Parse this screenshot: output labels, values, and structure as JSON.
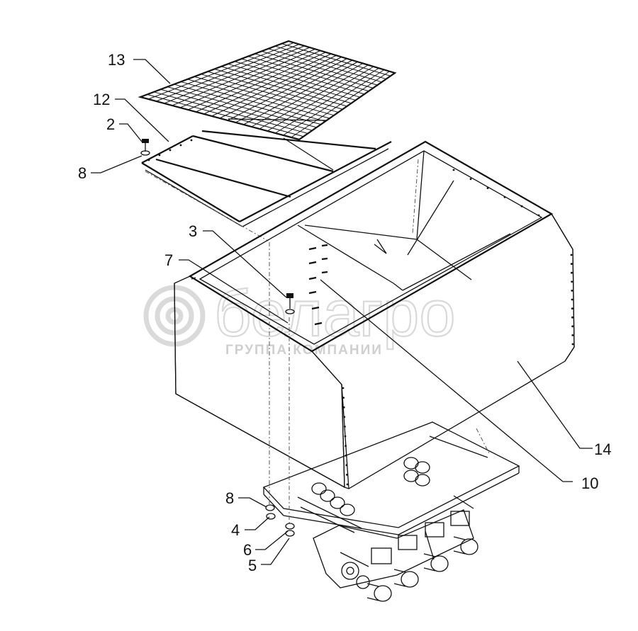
{
  "drawing": {
    "watermark": {
      "brand": "белагро",
      "subtitle": "ГРУППА КОМПАНИИ"
    },
    "callouts": [
      {
        "id": "13"
      },
      {
        "id": "12"
      },
      {
        "id": "2"
      },
      {
        "id": "8"
      },
      {
        "id": "3"
      },
      {
        "id": "7"
      },
      {
        "id": "14"
      },
      {
        "id": "10"
      },
      {
        "id": "8"
      },
      {
        "id": "4"
      },
      {
        "id": "6"
      },
      {
        "id": "5"
      }
    ]
  }
}
